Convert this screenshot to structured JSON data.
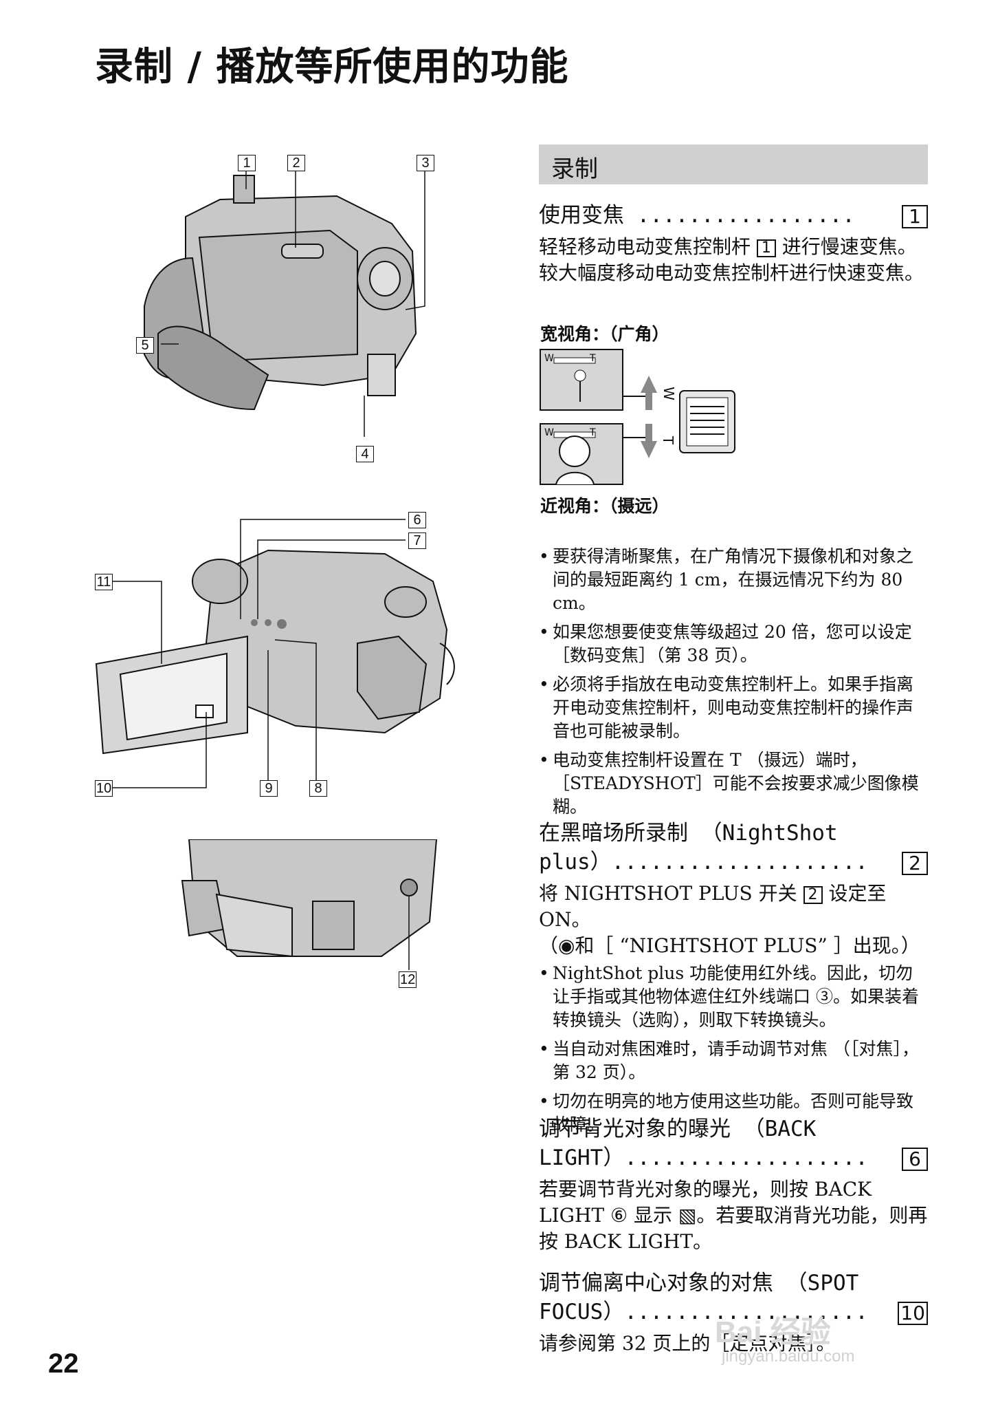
{
  "page": {
    "title": "录制 / 播放等所使用的功能",
    "page_number": "22"
  },
  "figures": {
    "callouts": [
      "1",
      "2",
      "3",
      "4",
      "5",
      "6",
      "7",
      "8",
      "9",
      "10",
      "11",
      "12"
    ]
  },
  "section": {
    "title": "录制",
    "zoom": {
      "heading": "使用变焦 .................",
      "ref": "1",
      "body_pre": "轻轻移动电动变焦控制杆 ",
      "body_ref": "1",
      "body_post": " 进行慢速变焦。较大幅度移动电动变焦控制杆进行快速变焦。",
      "wide_caption": "宽视角：（广角）",
      "tele_caption": "近视角：（摄远）",
      "lever_w": "W",
      "lever_t": "T",
      "bullets": [
        "要获得清晰聚焦，在广角情况下摄像机和对象之间的最短距离约 1 cm，在摄远情况下约为 80 cm。",
        "如果您想要使变焦等级超过 20 倍，您可以设定［数码变焦］（第 38 页）。",
        "必须将手指放在电动变焦控制杆上。如果手指离开电动变焦控制杆，则电动变焦控制杆的操作声音也可能被录制。",
        "电动变焦控制杆设置在 T （摄远）端时，［STEADYSHOT］可能不会按要求减少图像模糊。"
      ]
    },
    "nightshot": {
      "heading_line1": "在黑暗场所录制 （NightShot",
      "heading_line2": "plus）....................",
      "ref": "2",
      "body_pre": "将 NIGHTSHOT PLUS 开关 ",
      "body_ref": "2",
      "body_post": " 设定至 ON。",
      "body_line2": "（◉和［ “NIGHTSHOT PLUS” ］出现。）",
      "bullets": [
        "NightShot plus 功能使用红外线。因此，切勿让手指或其他物体遮住红外线端口 ③。如果装着转换镜头（选购），则取下转换镜头。",
        "当自动对焦困难时，请手动调节对焦 （［对焦］，第 32 页）。",
        "切勿在明亮的地方使用这些功能。否则可能导致故障。"
      ]
    },
    "backlight": {
      "heading_line1": "调节背光对象的曝光 （BACK",
      "heading_line2": "LIGHT）...................",
      "ref": "6",
      "body": "若要调节背光对象的曝光，则按 BACK LIGHT ⑥ 显示 ▧。若要取消背光功能，则再按 BACK LIGHT。"
    },
    "spotfocus": {
      "heading_line1": "调节偏离中心对象的对焦 （SPOT",
      "heading_line2": "FOCUS）...................",
      "ref": "10",
      "body": "请参阅第 32 页上的［定点对焦］。"
    }
  },
  "watermark": {
    "line1": "Bai 经验",
    "line2": "jingyan.baidu.com"
  },
  "colors": {
    "section_bar": "#cfcfcf",
    "ink": "#111111"
  }
}
